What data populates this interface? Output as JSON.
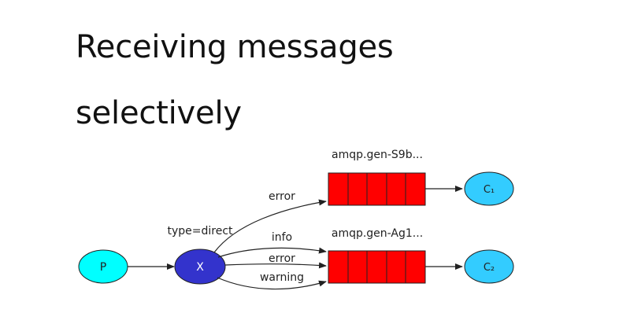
{
  "slide": {
    "title_line1": "Receiving messages",
    "title_line2": "selectively"
  },
  "diagram": {
    "producer": {
      "label": "P",
      "color": "#00ffff"
    },
    "exchange": {
      "label": "X",
      "type_label": "type=direct",
      "color": "#3333cc"
    },
    "queues": [
      {
        "name": "amqp.gen-S9b...",
        "color": "#ff0000",
        "slots": 5
      },
      {
        "name": "amqp.gen-Ag1...",
        "color": "#ff0000",
        "slots": 5
      }
    ],
    "consumers": [
      {
        "label": "C₁",
        "color": "#33ccff"
      },
      {
        "label": "C₂",
        "color": "#33ccff"
      }
    ],
    "bindings": [
      {
        "key": "error",
        "queue": 0
      },
      {
        "key": "info",
        "queue": 1
      },
      {
        "key": "error",
        "queue": 1
      },
      {
        "key": "warning",
        "queue": 1
      }
    ]
  }
}
